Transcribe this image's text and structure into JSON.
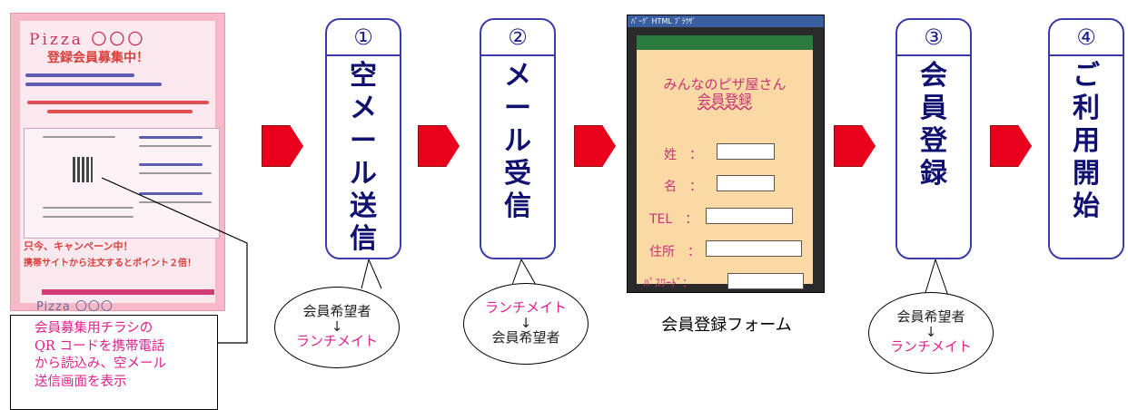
{
  "flyer": {
    "title": "Pizza 〇〇〇",
    "banner": "登録会員募集中！",
    "cta1": "只今、キャンペーン中！",
    "cta2": "携帯サイトから注文するとポイント２倍！",
    "footer": "Pizza 〇〇〇"
  },
  "note": {
    "lines": [
      "会員募集用チラシの",
      "QR コードを携帯電話",
      "から読込み、空メール",
      "送信画面を表示"
    ]
  },
  "steps": [
    {
      "num": "①",
      "label": [
        "空",
        "メ",
        "ー",
        "ル",
        "送",
        "信"
      ]
    },
    {
      "num": "②",
      "label": [
        "メ",
        "ー",
        "ル",
        "受",
        "信"
      ]
    },
    {
      "num": "③",
      "label": [
        "会",
        "員",
        "登",
        "録"
      ]
    },
    {
      "num": "④",
      "label": [
        "ご",
        "利",
        "用",
        "開",
        "始"
      ]
    }
  ],
  "ellipses": [
    {
      "top": "会員希望者",
      "arrow": "↓",
      "bottom": "ランチメイト"
    },
    {
      "top": "ランチメイト",
      "arrow": "↓",
      "bottom": "会員希望者"
    },
    {
      "top": "会員希望者",
      "arrow": "↓",
      "bottom": "ランチメイト"
    }
  ],
  "phone": {
    "titlebar": "ﾊﾟｰｸﾞ HTML ﾌﾞﾗｳｻﾞ",
    "heading1": "みんなのピザ屋さん",
    "heading2": "会員登録",
    "fields": [
      "姓　：",
      "名　：",
      "TEL　：",
      "住所　：",
      "ﾊﾟｽﾜｰﾄﾞ："
    ]
  },
  "caption": "会員登録フォーム",
  "colors": {
    "arrow": "#e8001c",
    "step_border": "#3c3ca8",
    "pink_text": "#e0208c"
  }
}
